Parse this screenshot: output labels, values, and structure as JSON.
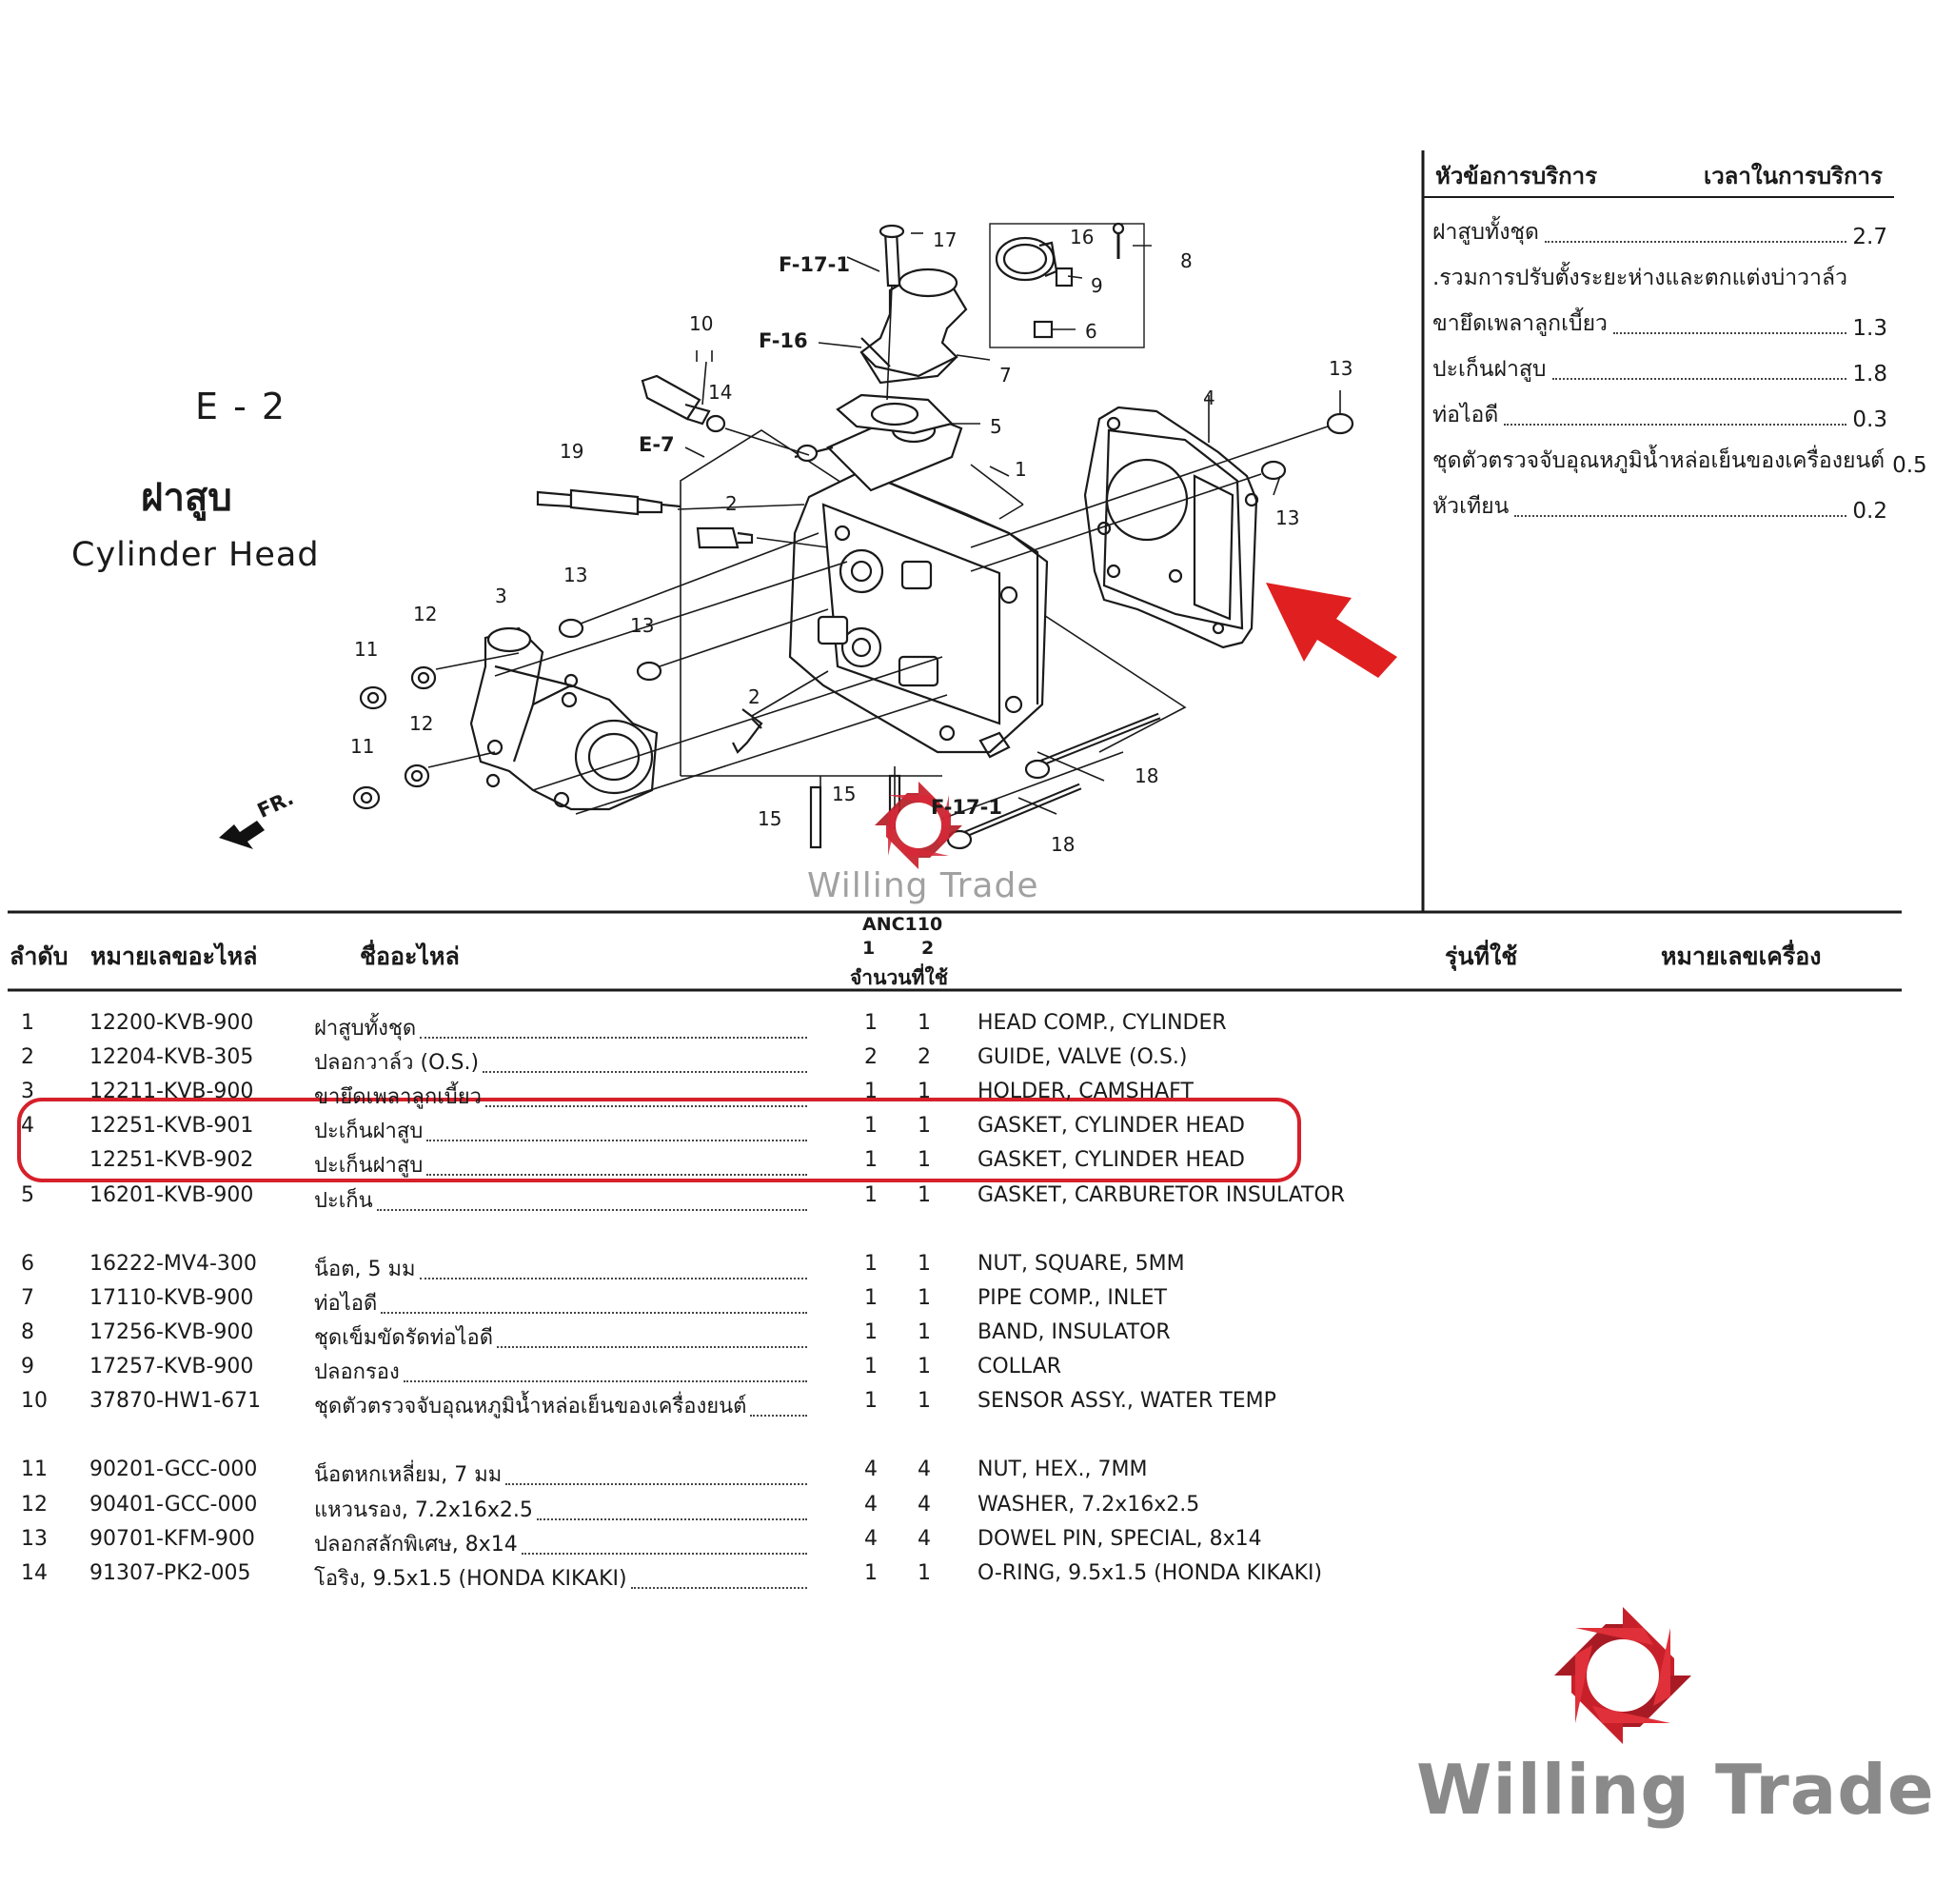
{
  "section": {
    "code": "E - 2",
    "title_th": "ฝาสูบ",
    "title_en": "Cylinder Head"
  },
  "service": {
    "header_item": "หัวข้อการบริการ",
    "header_time": "เวลาในการบริการ",
    "items": [
      {
        "name": "ฝาสูบทั้งชุด",
        "time": "2.7"
      },
      {
        "name": ".รวมการปรับตั้งระยะห่างและตกแต่งบ่าวาล์ว",
        "time": ""
      },
      {
        "name": "ขายึดเพลาลูกเบี้ยว",
        "time": "1.3"
      },
      {
        "name": "ปะเก็นฝาสูบ",
        "time": "1.8"
      },
      {
        "name": "ท่อไอดี",
        "time": "0.3"
      },
      {
        "name": "ชุดตัวตรวจจับอุณหภูมิน้ำหล่อเย็นของเครื่องยนต์",
        "time": "0.5"
      },
      {
        "name": "หัวเทียน",
        "time": "0.2"
      }
    ]
  },
  "diagram_labels": {
    "refs": [
      "F-17-1",
      "F-16",
      "E-7",
      "F-17-1"
    ],
    "fr": "FR.",
    "callouts": [
      "1",
      "2",
      "2",
      "3",
      "4",
      "5",
      "6",
      "7",
      "8",
      "9",
      "10",
      "11",
      "11",
      "12",
      "12",
      "13",
      "13",
      "13",
      "13",
      "14",
      "15",
      "15",
      "16",
      "17",
      "18",
      "18",
      "19"
    ]
  },
  "table": {
    "headers": {
      "no": "ลำดับ",
      "part_no": "หมายเลขอะไหล่",
      "name": "ชื่ออะไหล่",
      "model": "ANC110",
      "q1": "1",
      "q2": "2",
      "qty": "จำนวนที่ใช้",
      "used": "รุ่นที่ใช้",
      "engine": "หมายเลขเครื่อง"
    },
    "rows": [
      {
        "no": "1",
        "pn": "12200-KVB-900",
        "th": "ฝาสูบทั้งชุด",
        "q1": "1",
        "q2": "1",
        "en": "HEAD COMP., CYLINDER"
      },
      {
        "no": "2",
        "pn": "12204-KVB-305",
        "th": "ปลอกวาล์ว (O.S.)",
        "q1": "2",
        "q2": "2",
        "en": "GUIDE, VALVE (O.S.)"
      },
      {
        "no": "3",
        "pn": "12211-KVB-900",
        "th": "ขายึดเพลาลูกเบี้ยว",
        "q1": "1",
        "q2": "1",
        "en": "HOLDER, CAMSHAFT"
      },
      {
        "no": "4",
        "pn": "12251-KVB-901",
        "th": "ปะเก็นฝาสูบ",
        "q1": "1",
        "q2": "1",
        "en": "GASKET, CYLINDER HEAD"
      },
      {
        "no": "",
        "pn": "12251-KVB-902",
        "th": "ปะเก็นฝาสูบ",
        "q1": "1",
        "q2": "1",
        "en": "GASKET, CYLINDER HEAD"
      },
      {
        "no": "5",
        "pn": "16201-KVB-900",
        "th": "ปะเก็น",
        "q1": "1",
        "q2": "1",
        "en": "GASKET, CARBURETOR INSULATOR"
      },
      {
        "no": "6",
        "pn": "16222-MV4-300",
        "th": "น็อต, 5 มม",
        "q1": "1",
        "q2": "1",
        "en": "NUT, SQUARE, 5MM"
      },
      {
        "no": "7",
        "pn": "17110-KVB-900",
        "th": "ท่อไอดี",
        "q1": "1",
        "q2": "1",
        "en": "PIPE COMP., INLET"
      },
      {
        "no": "8",
        "pn": "17256-KVB-900",
        "th": "ชุดเข็มขัดรัดท่อไอดี",
        "q1": "1",
        "q2": "1",
        "en": "BAND, INSULATOR"
      },
      {
        "no": "9",
        "pn": "17257-KVB-900",
        "th": "ปลอกรอง",
        "q1": "1",
        "q2": "1",
        "en": "COLLAR"
      },
      {
        "no": "10",
        "pn": "37870-HW1-671",
        "th": "ชุดตัวตรวจจับอุณหภูมิน้ำหล่อเย็นของเครื่องยนต์",
        "q1": "1",
        "q2": "1",
        "en": "SENSOR ASSY., WATER TEMP"
      },
      {
        "no": "11",
        "pn": "90201-GCC-000",
        "th": "น็อตหกเหลี่ยม, 7 มม",
        "q1": "4",
        "q2": "4",
        "en": "NUT, HEX., 7MM"
      },
      {
        "no": "12",
        "pn": "90401-GCC-000",
        "th": "แหวนรอง, 7.2x16x2.5",
        "q1": "4",
        "q2": "4",
        "en": "WASHER, 7.2x16x2.5"
      },
      {
        "no": "13",
        "pn": "90701-KFM-900",
        "th": "ปลอกสลักพิเศษ, 8x14",
        "q1": "4",
        "q2": "4",
        "en": "DOWEL PIN, SPECIAL, 8x14"
      },
      {
        "no": "14",
        "pn": "91307-PK2-005",
        "th": "โอริง, 9.5x1.5 (HONDA KIKAKI)",
        "q1": "1",
        "q2": "1",
        "en": "O-RING, 9.5x1.5 (HONDA KIKAKI)"
      }
    ]
  },
  "brand": {
    "name": "Willing Trade"
  },
  "colors": {
    "highlight": "#d6202a",
    "arrow": "#e02020",
    "logo": "#c8202a",
    "watermark_text": "#8a8a8a"
  }
}
